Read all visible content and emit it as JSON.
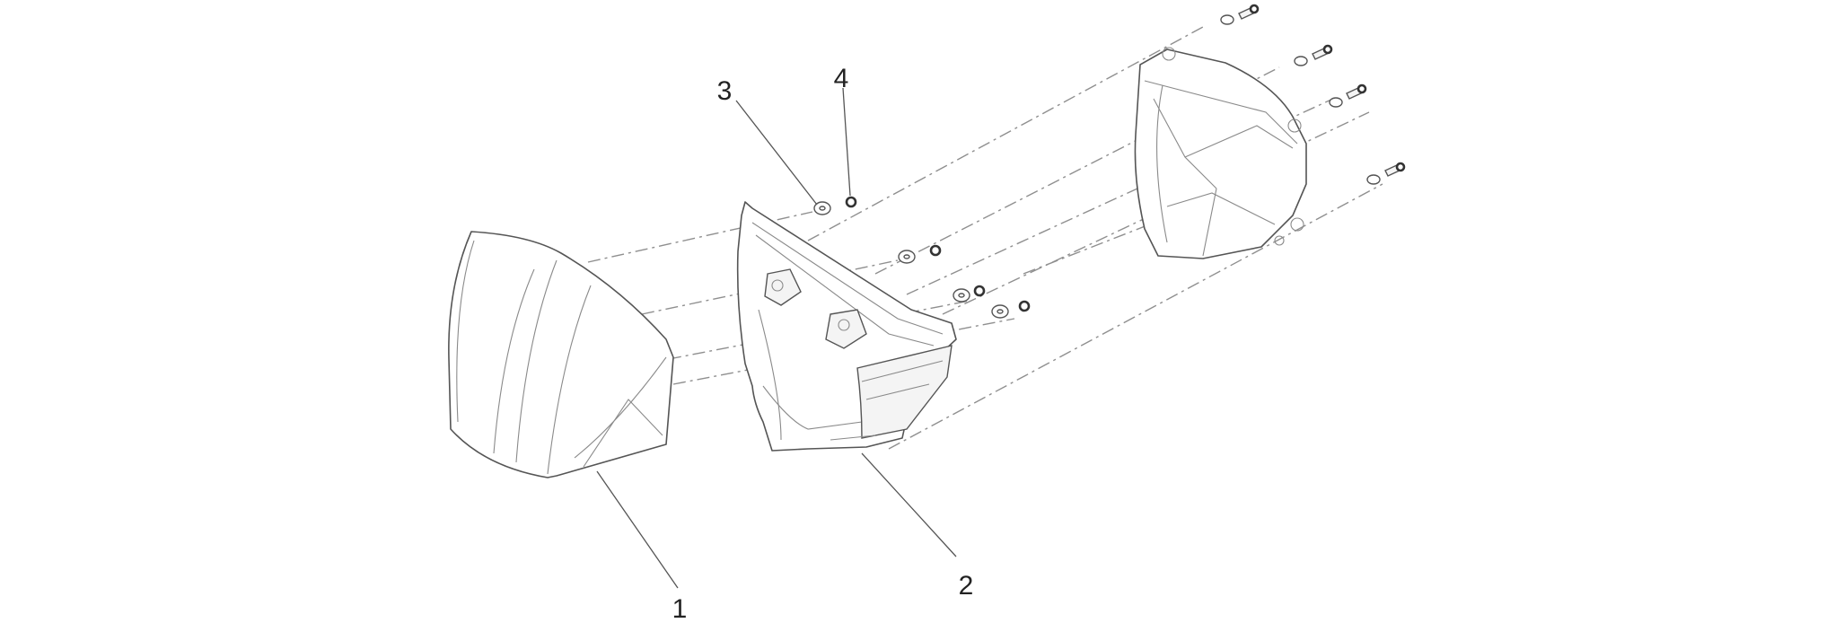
{
  "diagram": {
    "callouts": {
      "screen": "1",
      "headlight_bracket": "2",
      "washer": "3",
      "nut": "4"
    }
  }
}
